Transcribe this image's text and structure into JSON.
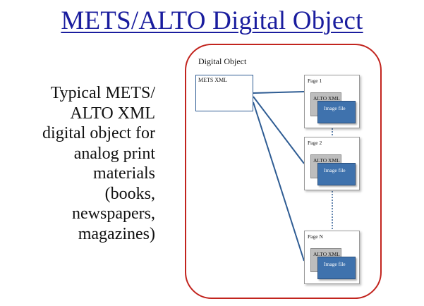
{
  "title": "METS/ALTO Digital Object",
  "description": {
    "lines": [
      "Typical METS/",
      "ALTO XML",
      "digital object for",
      "analog print",
      "materials",
      "(books,",
      "newspapers,",
      "magazines)"
    ]
  },
  "diagram": {
    "container_label": "Digital Object",
    "mets_label": "METS XML",
    "pages": [
      {
        "label": "Page 1",
        "alto_label": "ALTO XML",
        "image_label": "Image file"
      },
      {
        "label": "Page 2",
        "alto_label": "ALTO XML",
        "image_label": "Image file"
      },
      {
        "label": "Page N",
        "alto_label": "ALTO XML",
        "image_label": "Image file"
      }
    ]
  },
  "colors": {
    "title": "#1a1d9e",
    "container_border": "#c2241e",
    "connector": "#2e5c93",
    "image_fill": "#3f72ad",
    "alto_fill": "#bdbdbd"
  }
}
